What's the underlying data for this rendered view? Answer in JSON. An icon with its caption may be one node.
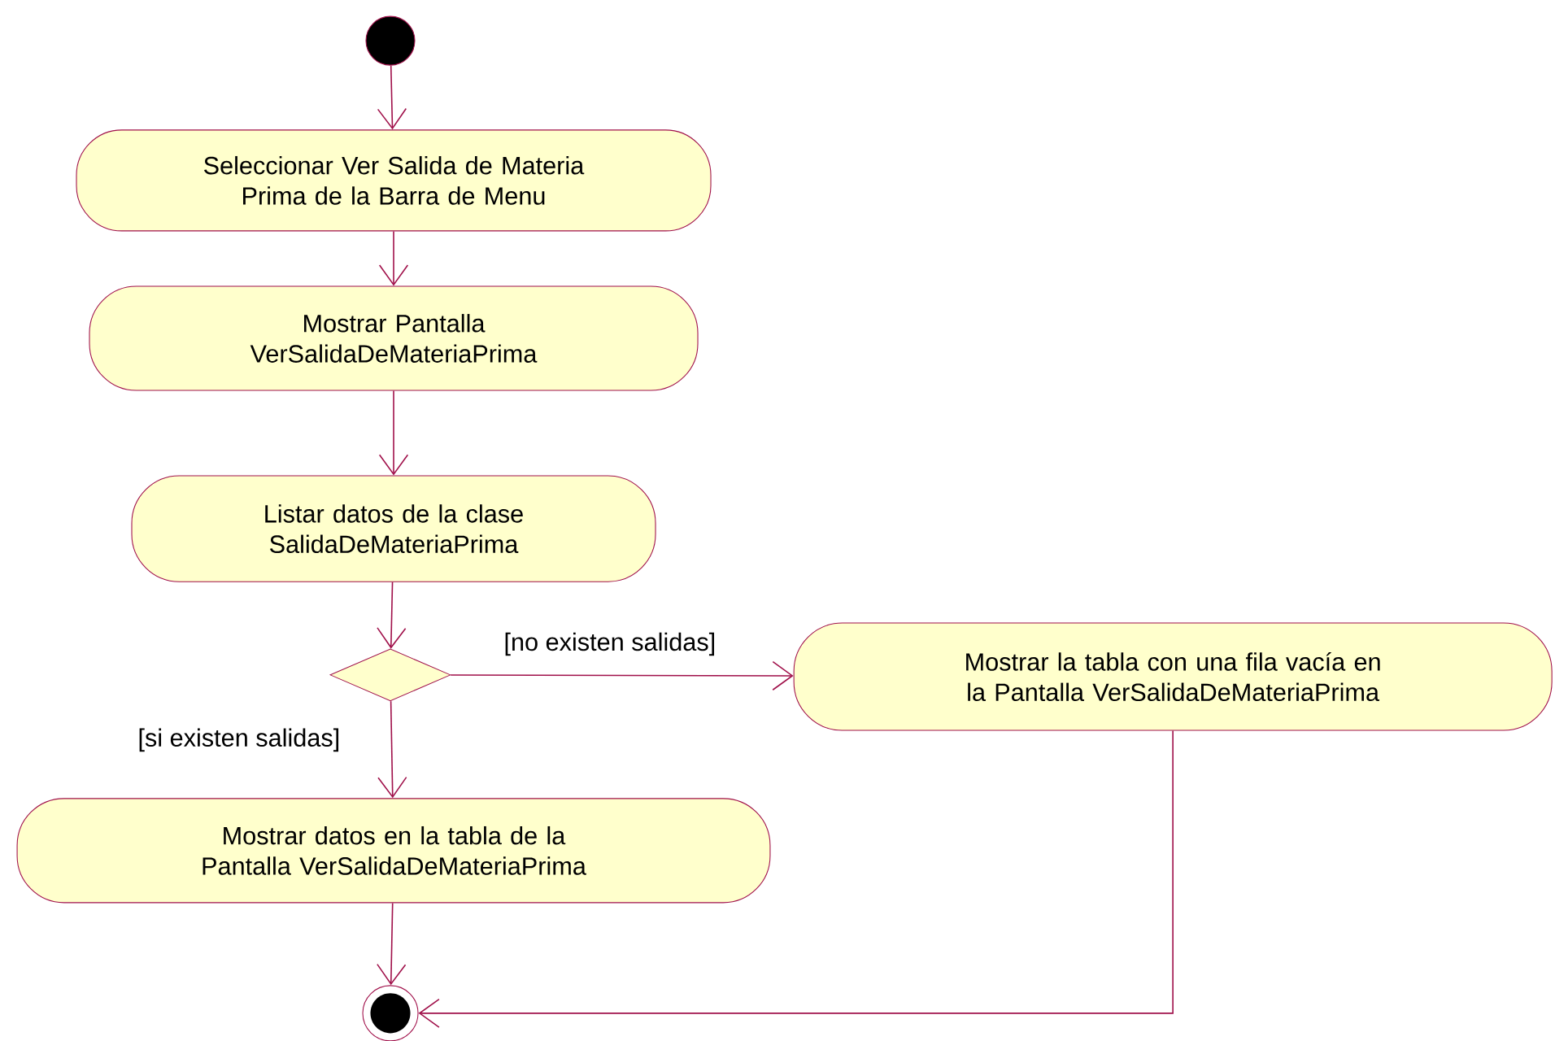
{
  "diagram": {
    "nodes": [
      {
        "text": [],
        "shape": "circle"
      },
      {
        "text": [
          "Seleccionar Ver Salida de Materia Prima de la Barra de Menu"
        ]
      },
      {
        "text": [
          "Mostrar Pantalla VerSalidaDeMateriaPrima"
        ]
      },
      {
        "text": [
          "Listar datos de la clase SalidaDeMateriaPrima"
        ]
      },
      {
        "text": [],
        "shape": "diamond"
      },
      {
        "text": [
          "Mostrar la tabla con una fila vacía en la Pantalla VerSalidaDeMateriaPrima"
        ]
      },
      {
        "text": [
          "Mostrar datos en la tabla de la Pantalla VerSalidaDeMateriaPrima"
        ]
      },
      {
        "text": [],
        "shape": "circle"
      }
    ],
    "edges": [
      {
        "from": 0,
        "to": 1,
        "arrow": "to"
      },
      {
        "from": 1,
        "to": 2,
        "arrow": "to"
      },
      {
        "from": 2,
        "to": 3,
        "arrow": "to"
      },
      {
        "from": 3,
        "to": 4,
        "arrow": "to"
      },
      {
        "from": 4,
        "to": 5,
        "arrow": "to",
        "label": "[no existen salidas]"
      },
      {
        "from": 4,
        "to": 6,
        "arrow": "to",
        "label": "[si existen salidas]"
      },
      {
        "from": 6,
        "to": 7,
        "arrow": "to"
      },
      {
        "from": 5,
        "to": 7,
        "arrow": "to"
      }
    ]
  }
}
